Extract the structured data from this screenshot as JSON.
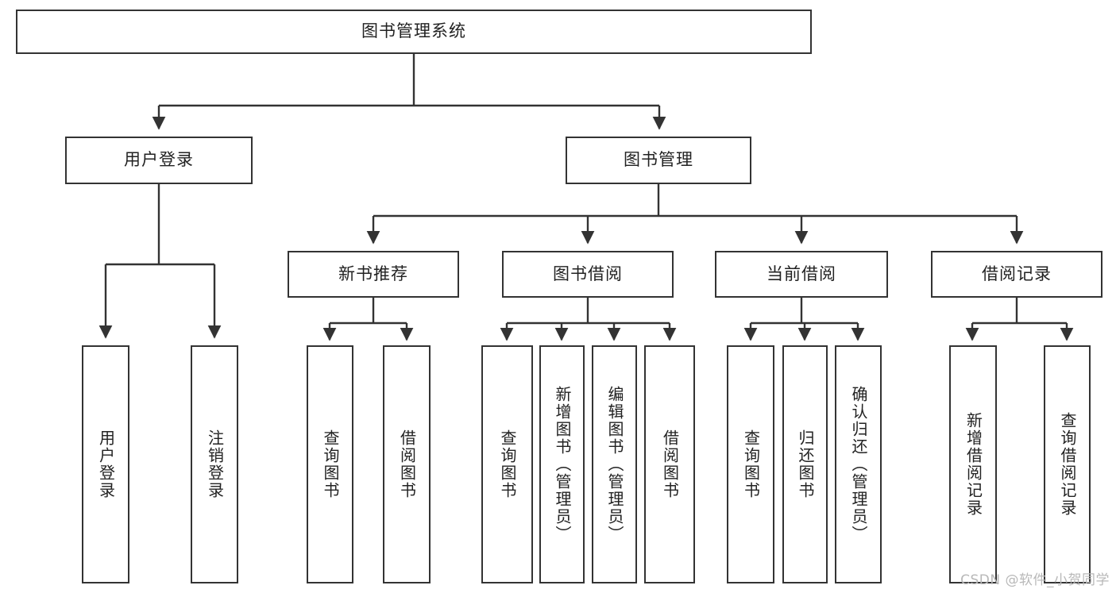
{
  "diagram": {
    "title": "图书管理系统",
    "watermark": "CSDN @软件_小贺同学",
    "colors": {
      "background": "#ffffff",
      "box_border": "#333333",
      "box_fill": "#ffffff",
      "text": "#222222",
      "connector": "#333333",
      "watermark": "#b8b8b8"
    },
    "levels": {
      "root": {
        "label": "图书管理系统"
      },
      "level2": [
        {
          "label": "用户登录"
        },
        {
          "label": "图书管理"
        }
      ],
      "level3": [
        {
          "label": "新书推荐"
        },
        {
          "label": "图书借阅"
        },
        {
          "label": "当前借阅"
        },
        {
          "label": "借阅记录"
        }
      ],
      "leaves": {
        "user_login": [
          {
            "label": "用户登录"
          },
          {
            "label": "注销登录"
          }
        ],
        "new_book_recommend": [
          {
            "label": "查询图书"
          },
          {
            "label": "借阅图书"
          }
        ],
        "book_borrow": [
          {
            "label": "查询图书"
          },
          {
            "label": "新增图书（管理员）"
          },
          {
            "label": "编辑图书（管理员）"
          },
          {
            "label": "借阅图书"
          }
        ],
        "current_borrow": [
          {
            "label": "查询图书"
          },
          {
            "label": "归还图书"
          },
          {
            "label": "确认归还（管理员）"
          }
        ],
        "borrow_record": [
          {
            "label": "新增借阅记录"
          },
          {
            "label": "查询借阅记录"
          }
        ]
      }
    }
  }
}
